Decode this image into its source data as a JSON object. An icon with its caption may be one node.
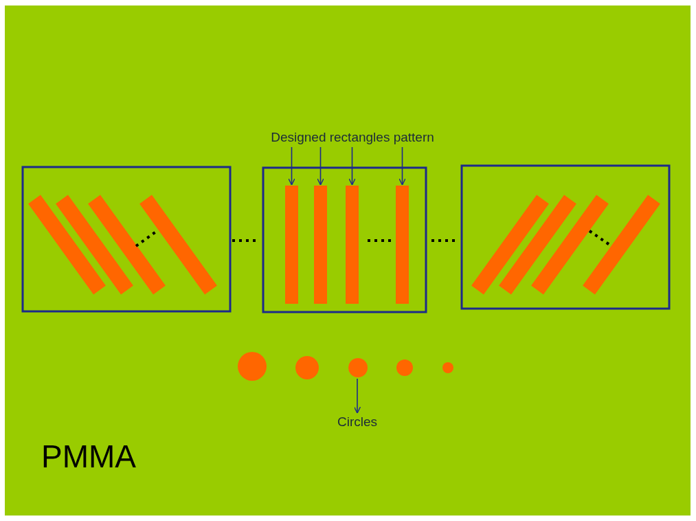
{
  "diagram": {
    "nodes": [
      {
        "text": [
          "Designed rectangles pattern"
        ]
      },
      {
        "text": [],
        "shape": "bar"
      },
      {
        "text": [],
        "shape": "bar"
      },
      {
        "text": [],
        "shape": "bar"
      },
      {
        "text": [],
        "shape": "bar"
      },
      {
        "text": [],
        "shape": "circle"
      },
      {
        "text": [
          "Circles"
        ]
      }
    ],
    "edges": [
      {
        "from": 0,
        "to": 1,
        "arrow": "to"
      },
      {
        "from": 0,
        "to": 2,
        "arrow": "to"
      },
      {
        "from": 0,
        "to": 3,
        "arrow": "to"
      },
      {
        "from": 0,
        "to": 4,
        "arrow": "to"
      },
      {
        "from": 5,
        "to": 6,
        "arrow": "to"
      }
    ],
    "labels": [
      "PMMA"
    ]
  }
}
